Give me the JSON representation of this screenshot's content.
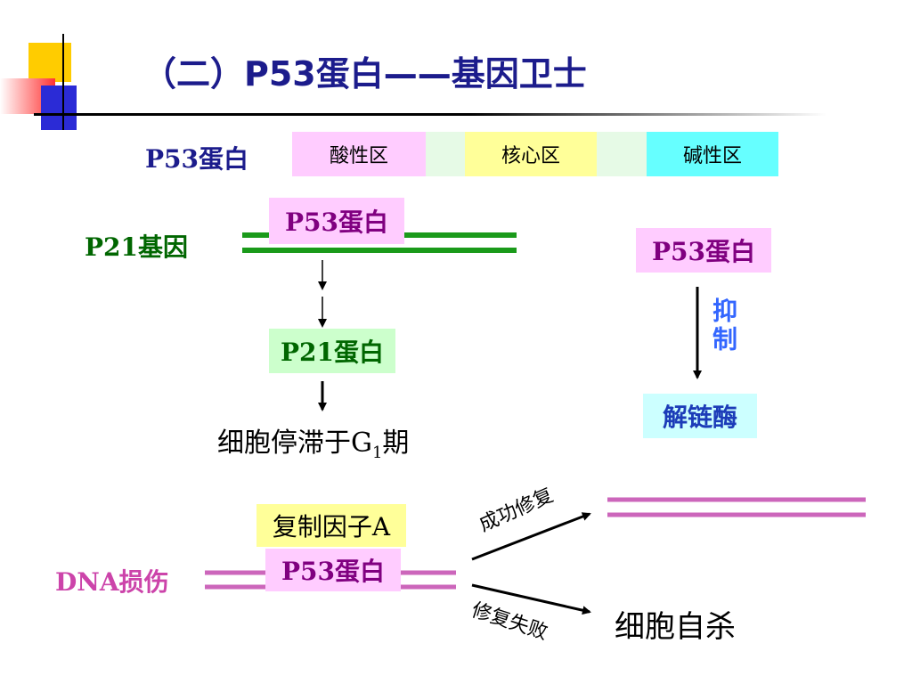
{
  "title": "（二）P53蛋白——基因卫士",
  "domain_bar": {
    "label": "P53蛋白",
    "segments": [
      "酸性区",
      "",
      "核心区",
      "",
      "碱性区"
    ]
  },
  "p21_pathway": {
    "gene_label": "P21基因",
    "binding_protein": "P53蛋白",
    "product": "P21蛋白",
    "outcome_prefix": "细胞停滞于G",
    "outcome_sub": "1",
    "outcome_suffix": "期"
  },
  "helicase_pathway": {
    "protein": "P53蛋白",
    "action": "抑制",
    "target": "解链酶"
  },
  "dna_damage": {
    "label": "DNA损伤",
    "factor": "复制因子A",
    "protein": "P53蛋白",
    "success_label": "成功修复",
    "failure_label": "修复失败",
    "failure_outcome": "细胞自杀"
  },
  "colors": {
    "title": "#1c1c8c",
    "pink_box": "#ffccff",
    "yellow_box": "#ffff99",
    "cyan_box": "#66ffff",
    "green_box": "#ccffcc",
    "dna_green": "#1a9a1a",
    "dna_pink": "#cc66bb",
    "p53_text": "#800080",
    "p21_text": "#006600",
    "action_blue": "#3366ff"
  }
}
